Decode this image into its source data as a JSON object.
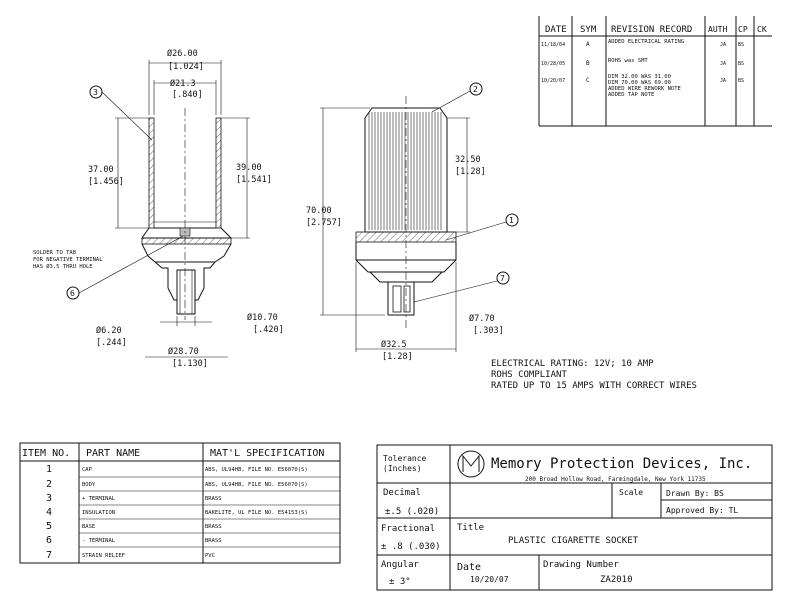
{
  "revision": {
    "headers": [
      "DATE",
      "SYM",
      "REVISION RECORD",
      "AUTH",
      "CP",
      "CK"
    ],
    "rows": [
      {
        "date": "11/18/04",
        "sym": "A",
        "text": [
          "ADDED ELECTRICAL RATING"
        ],
        "auth": "JA",
        "cp": "BS"
      },
      {
        "date": "10/28/05",
        "sym": "B",
        "text": [
          "ROHS was SMT"
        ],
        "auth": "JA",
        "cp": "BS"
      },
      {
        "date": "10/20/07",
        "sym": "C",
        "text": [
          "DIM 32.00 WAS 31.00",
          "DIM 70.00 WAS 69.00",
          "ADDED WIRE REWORK NOTE",
          "ADDED TAP NOTE"
        ],
        "auth": "JA",
        "cp": "BS"
      }
    ]
  },
  "dimensions": {
    "outer_dia": "Ø26.00",
    "outer_dia_in": "[1.024]",
    "inner_dia": "Ø21.3",
    "inner_dia_in": "[.840]",
    "depth": "37.00",
    "depth_in": "[1.456]",
    "body_height": "39.00",
    "body_height_in": "[1.541]",
    "terminal_dia": "Ø6.20",
    "terminal_dia_in": "[.244]",
    "base_dia": "Ø28.70",
    "base_dia_in": "[1.130]",
    "flange": "Ø10.70",
    "flange_in": "[.420]",
    "top_height": "32.50",
    "top_height_in": "[1.28]",
    "overall_height": "70.00",
    "overall_height_in": "[2.757]",
    "bottom_dia": "Ø32.5",
    "bottom_dia_in": "[1.28]",
    "strain_dia": "Ø7.70",
    "strain_dia_in": "[.303]"
  },
  "callouts": {
    "c1": "1",
    "c2": "2",
    "c3": "3",
    "c6": "6",
    "c7": "7",
    "solder_note": [
      "SOLDER TO TAB",
      "FOR NEGATIVE TERMINAL",
      "HAS Ø3.5 THRU HOLE"
    ]
  },
  "notes": [
    "ELECTRICAL RATING: 12V; 10 AMP",
    "ROHS COMPLIANT",
    "RATED UP TO 15 AMPS WITH CORRECT WIRES"
  ],
  "parts": {
    "headers": [
      "ITEM NO.",
      "PART NAME",
      "MAT'L SPECIFICATION"
    ],
    "rows": [
      {
        "no": "1",
        "name": "CAP",
        "spec": "ABS, UL94HB, FILE NO. E56070(S)"
      },
      {
        "no": "2",
        "name": "BODY",
        "spec": "ABS, UL94HB, FILE NO. E56070(S)"
      },
      {
        "no": "3",
        "name": "+ TERMINAL",
        "spec": "BRASS"
      },
      {
        "no": "4",
        "name": "INSULATION",
        "spec": "BAKELITE, UL FILE NO. E54153(S)"
      },
      {
        "no": "5",
        "name": "BASE",
        "spec": "BRASS"
      },
      {
        "no": "6",
        "name": "- TERMINAL",
        "spec": "BRASS"
      },
      {
        "no": "7",
        "name": "STRAIN RELIEF",
        "spec": "PVC"
      }
    ]
  },
  "title_block": {
    "tolerance": "Tolerance",
    "tolerance_sub": "(Inches)",
    "company": "Memory Protection Devices, Inc.",
    "address": "200 Broad Hollow Road, Farmingdale, New York 11735",
    "decimal": "Decimal",
    "decimal_val": "±.5 (.020)",
    "scale": "Scale",
    "drawn_by": "Drawn By: BS",
    "approved": "Approved By: TL",
    "fractional": "Fractional",
    "fractional_val": "± .8 (.030)",
    "title_label": "Title",
    "title": "PLASTIC CIGARETTE SOCKET",
    "angular": "Angular",
    "angular_val": "± 3°",
    "date_label": "Date",
    "date": "10/20/07",
    "drawing_number_label": "Drawing Number",
    "drawing_number": "ZA2010"
  }
}
